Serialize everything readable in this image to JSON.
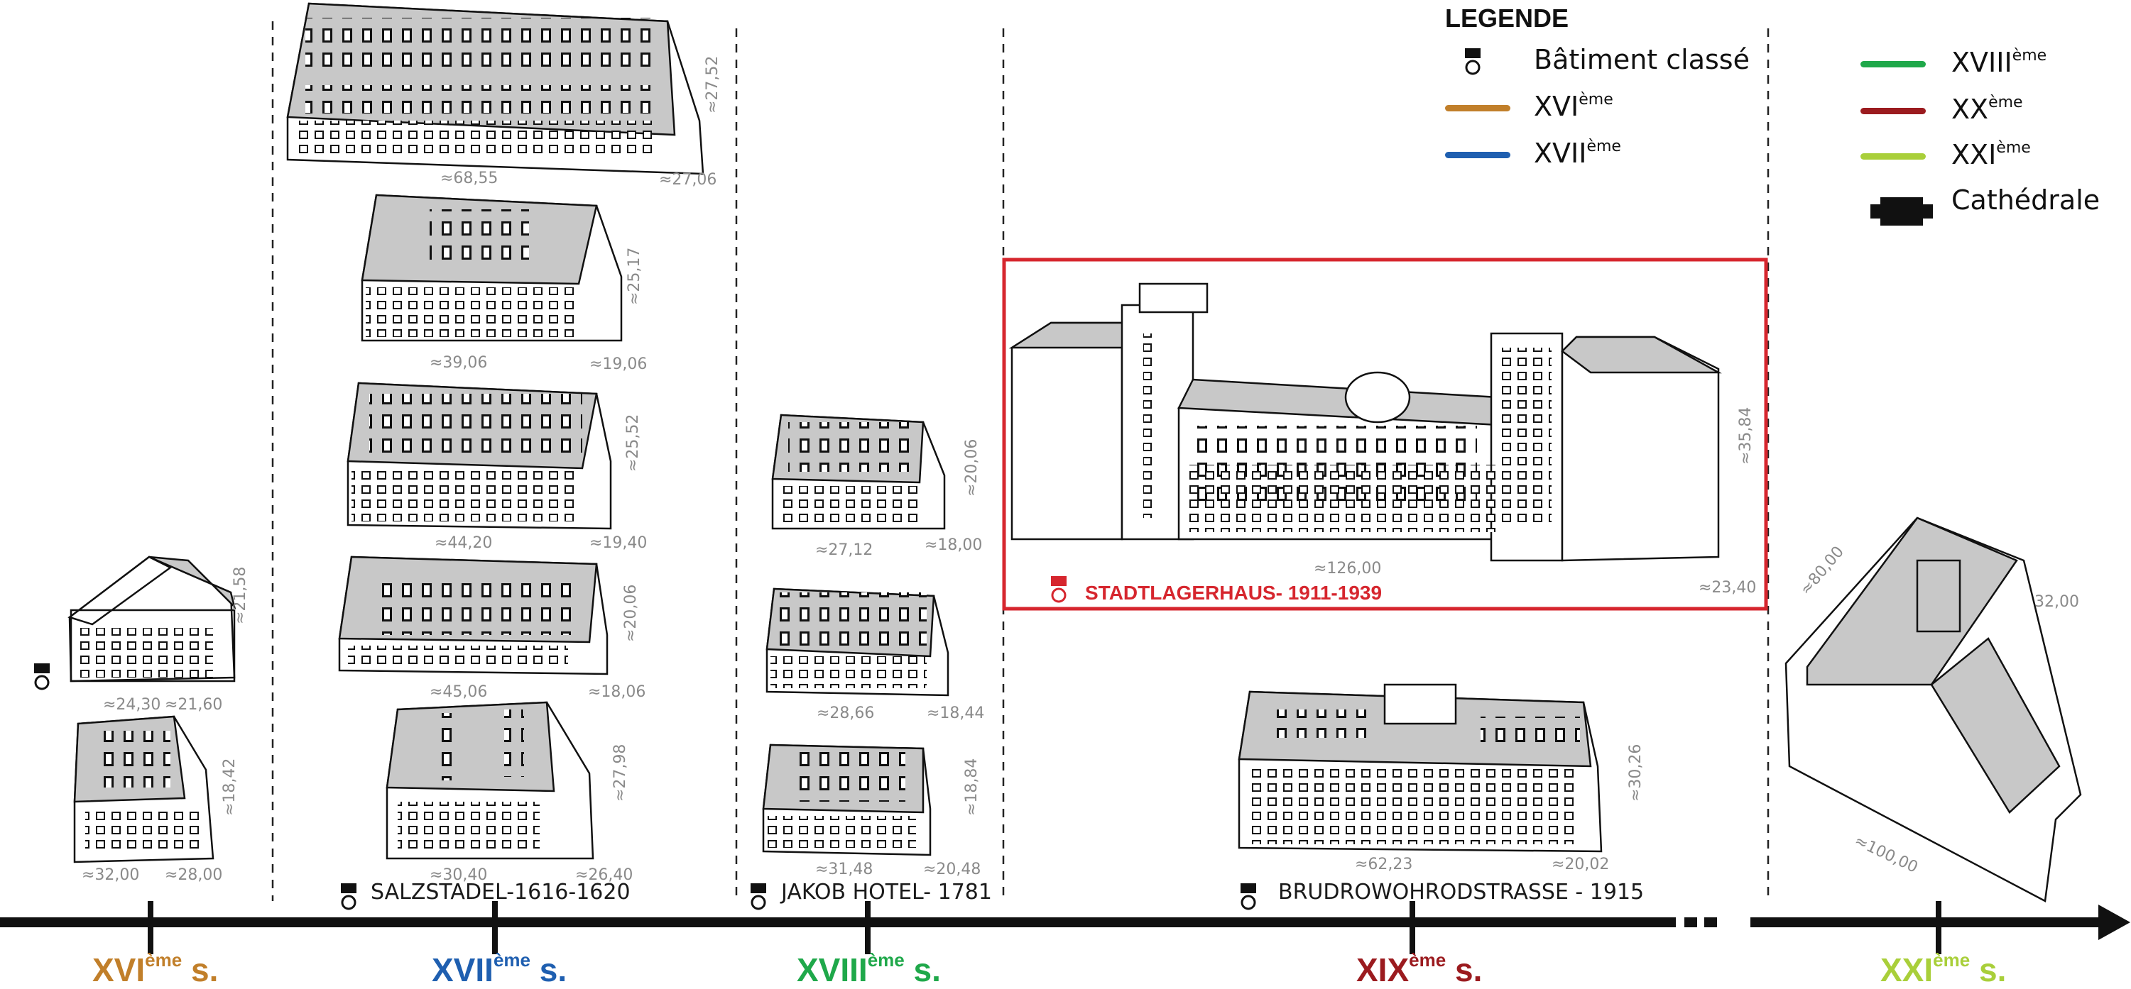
{
  "legend": {
    "title": "LEGENDE",
    "items": [
      {
        "kind": "icon",
        "label": "Bâtiment classé"
      },
      {
        "kind": "line",
        "label": "XVI",
        "sup": "ème",
        "color": "#c17f2a"
      },
      {
        "kind": "line",
        "label": "XVII",
        "sup": "ème",
        "color": "#1f5fb0"
      },
      {
        "kind": "line",
        "label": "XVIII",
        "sup": "ème",
        "color": "#1fa84a"
      },
      {
        "kind": "line",
        "label": "XX",
        "sup": "ème",
        "color": "#9b1b1f"
      },
      {
        "kind": "line",
        "label": "XXI",
        "sup": "ème",
        "color": "#a9cf3a"
      },
      {
        "kind": "icon",
        "label": "Cathédrale"
      }
    ]
  },
  "centuries": [
    {
      "roman": "XVI",
      "sup": "ème",
      "suffix": " s.",
      "color": "#c17f2a"
    },
    {
      "roman": "XVII",
      "sup": "ème",
      "suffix": " s.",
      "color": "#1f5fb0"
    },
    {
      "roman": "XVIII",
      "sup": "ème",
      "suffix": " s.",
      "color": "#1fa84a"
    },
    {
      "roman": "XIX",
      "sup": "ème",
      "suffix": " s.",
      "color": "#9b1b1f"
    },
    {
      "roman": "XXI",
      "sup": "ème",
      "suffix": " s.",
      "color": "#a9cf3a"
    }
  ],
  "buildings": {
    "salzstadel": "SALZSTADEL-1616-1620",
    "jakob": "JAKOB HOTEL- 1781",
    "brudrow": "BRUDROWOHRODSTRASSE - 1915",
    "stadtlagerhaus": "STADTLAGERHAUS- 1911-1939"
  },
  "dimensions": {
    "b16a_h": "≈21,58",
    "b16a_w": "≈24,30",
    "b16a_d": "≈21,60",
    "b16b_h": "≈18,42",
    "b16b_w": "≈32,00",
    "b16b_d": "≈28,00",
    "b17a_h": "≈27,52",
    "b17a_w": "≈68,55",
    "b17a_d": "≈27,06",
    "b17b_h": "≈25,17",
    "b17b_w": "≈39,06",
    "b17b_d": "≈19,06",
    "b17c_h": "≈25,52",
    "b17c_w": "≈44,20",
    "b17c_d": "≈19,40",
    "b17d_h": "≈20,06",
    "b17d_w": "≈45,06",
    "b17d_d": "≈18,06",
    "b17e_h": "≈27,98",
    "b17e_w": "≈30,40",
    "b17e_d": "≈26,40",
    "b18a_h": "≈20,06",
    "b18a_w": "≈27,12",
    "b18a_d": "≈18,00",
    "b18b_w": "≈28,66",
    "b18b_d": "≈18,44",
    "b18c_h": "≈18,84",
    "b18c_w": "≈31,48",
    "b18c_d": "≈20,48",
    "sl_h": "≈35,84",
    "sl_w": "≈126,00",
    "sl_d": "≈23,40",
    "br_h": "≈30,26",
    "br_w": "≈62,23",
    "br_d": "≈20,02",
    "b21_d": "≈80,00",
    "b21_w": "≈100,00",
    "b21_h": "32,00"
  },
  "colors": {
    "highlight": "#d6262e",
    "roof": "#c8c8c8",
    "line": "#1a1a1a"
  }
}
